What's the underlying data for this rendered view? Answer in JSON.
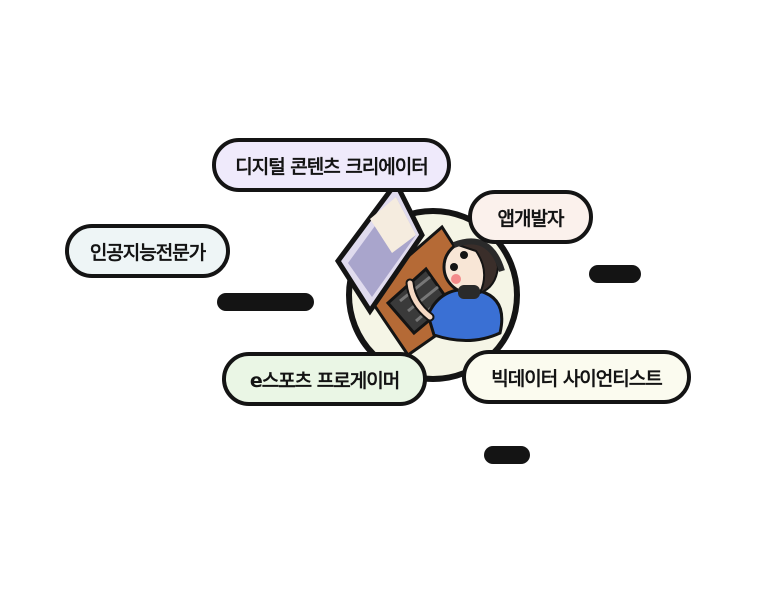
{
  "tags": [
    {
      "label": "디지털 콘텐츠 크리에이터",
      "color": "#efeafb"
    },
    {
      "label": "앱개발자",
      "color": "#fbf1ec"
    },
    {
      "label": "인공지능전문가",
      "color": "#eef5f6"
    },
    {
      "label": "e스포츠 프로게이머",
      "color": "#eaf6e5"
    },
    {
      "label": "빅데이터 사이언티스트",
      "color": "#fbfbef"
    }
  ],
  "illustration": {
    "icon": "gamer-at-computer-icon",
    "circle_color": "#f5f5e6",
    "shirt_color": "#3a70d4",
    "desk_color": "#b56a36"
  }
}
